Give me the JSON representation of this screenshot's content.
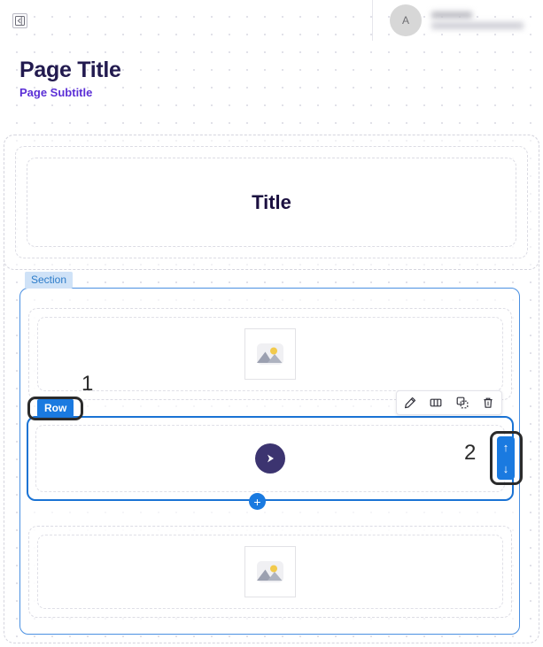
{
  "topbar": {
    "collapse_icon": "panel-collapse-icon",
    "avatar_initial": "A",
    "user_name_redacted": "",
    "user_email_redacted": ""
  },
  "heading": {
    "title": "Page Title",
    "subtitle": "Page Subtitle"
  },
  "canvas": {
    "title_section": {
      "block_label": "Title"
    },
    "active_section": {
      "badge": "Section",
      "rows": [
        {
          "type": "image",
          "icon": "image-placeholder-icon"
        },
        {
          "type": "video",
          "icon": "play-icon",
          "badge": "Row"
        },
        {
          "type": "image",
          "icon": "image-placeholder-icon"
        }
      ]
    }
  },
  "toolbar": {
    "edit_icon": "pencil-icon",
    "columns_icon": "columns-icon",
    "duplicate_icon": "duplicate-icon",
    "delete_icon": "trash-icon"
  },
  "move_control": {
    "up_arrow": "↑",
    "down_arrow": "↓"
  },
  "add_button": {
    "label": "+"
  },
  "annotations": {
    "step_one": "1",
    "step_two": "2"
  },
  "colors": {
    "accent_blue": "#1a7ae0",
    "section_border": "#4a90e2",
    "badge_bg": "#cfe2f7",
    "badge_text": "#2c7cc9",
    "title_navy": "#221a4f",
    "subtitle_purple": "#5b2fd6",
    "play_circle": "#3c3470",
    "annotation": "#2b2b2b"
  }
}
